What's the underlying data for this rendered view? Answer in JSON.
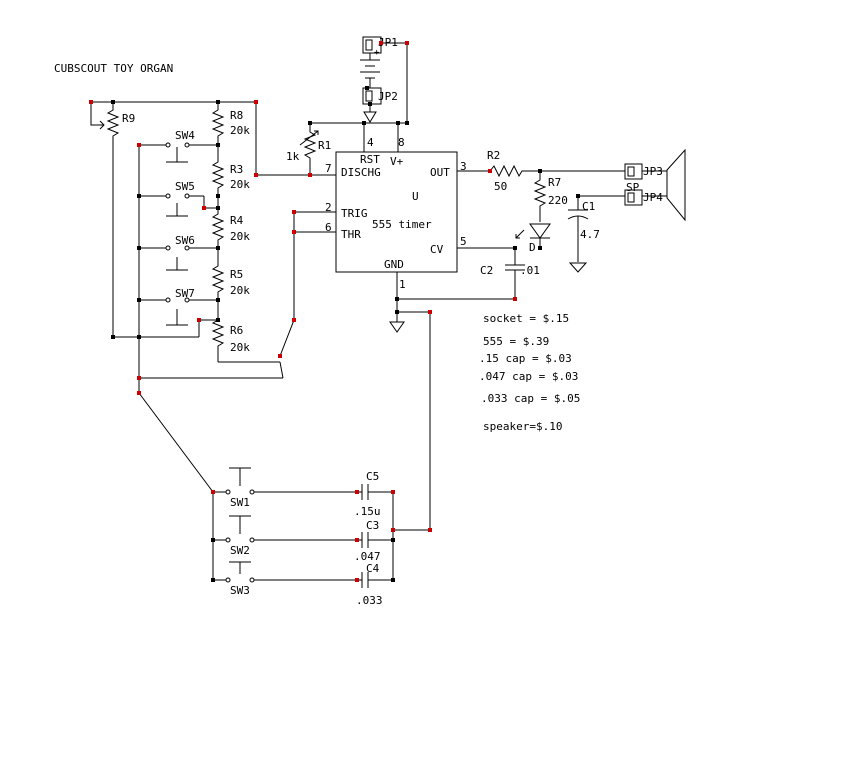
{
  "title": "CUBSCOUT TOY ORGAN",
  "ic": {
    "name": "555 timer",
    "ref": "U",
    "pins": {
      "rst": "RST",
      "vplus": "V+",
      "dischg": "DISCHG",
      "out": "OUT",
      "trig": "TRIG",
      "thr": "THR",
      "cv": "CV",
      "gnd": "GND"
    },
    "pin_numbers": {
      "rst": "4",
      "vplus": "8",
      "dischg": "7",
      "out": "3",
      "trig": "2",
      "thr": "6",
      "cv": "5",
      "gnd": "1"
    }
  },
  "components": {
    "r1": "R1",
    "r1_val": "1k",
    "r2": "R2",
    "r2_val": "50",
    "r3": "R3",
    "r3_val": "20k",
    "r4": "R4",
    "r4_val": "20k",
    "r5": "R5",
    "r5_val": "20k",
    "r6": "R6",
    "r6_val": "20k",
    "r7": "R7",
    "r7_val": "220",
    "r8": "R8",
    "r8_val": "20k",
    "r9": "R9",
    "c1": "C1",
    "c1_val": "4.7",
    "c2": "C2",
    "c2_val": ".01",
    "c3": "C3",
    "c3_val": ".047",
    "c4": "C4",
    "c4_val": ".033",
    "c5": "C5",
    "c5_val": ".15u",
    "led": "D",
    "speaker": "SP",
    "jp1": "JP1",
    "jp2": "JP2",
    "jp3": "JP3",
    "jp4": "JP4",
    "sw1": "SW1",
    "sw2": "SW2",
    "sw3": "SW3",
    "sw4": "SW4",
    "sw5": "SW5",
    "sw6": "SW6",
    "sw7": "SW7"
  },
  "costs": [
    "socket = $.15",
    "555 = $.39",
    ".15 cap = $.03",
    ".047 cap = $.03",
    ".033 cap = $.05",
    "speaker=$.10"
  ],
  "colors": {
    "wire": "#000000",
    "junction_end": "#cc0000",
    "background": "#ffffff"
  }
}
